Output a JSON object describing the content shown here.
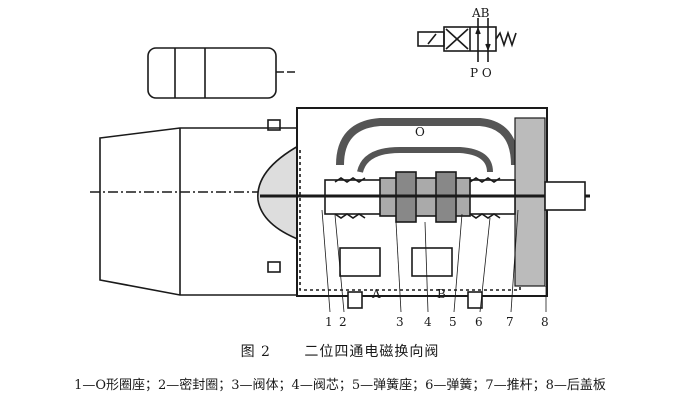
{
  "symbol": {
    "labels_top": "AB",
    "labels_bottom": "P O"
  },
  "ports": {
    "A": "A",
    "B": "B",
    "O": "O"
  },
  "callouts": [
    "1",
    "2",
    "3",
    "4",
    "5",
    "6",
    "7",
    "8"
  ],
  "caption": {
    "figure": "图 2",
    "title": "二位四通电磁换向阀"
  },
  "legend": "1—O形圈座；2—密封圈；3—阀体；4—阀芯；5—弹簧座；6—弹簧；7—推杆；8—后盖板"
}
